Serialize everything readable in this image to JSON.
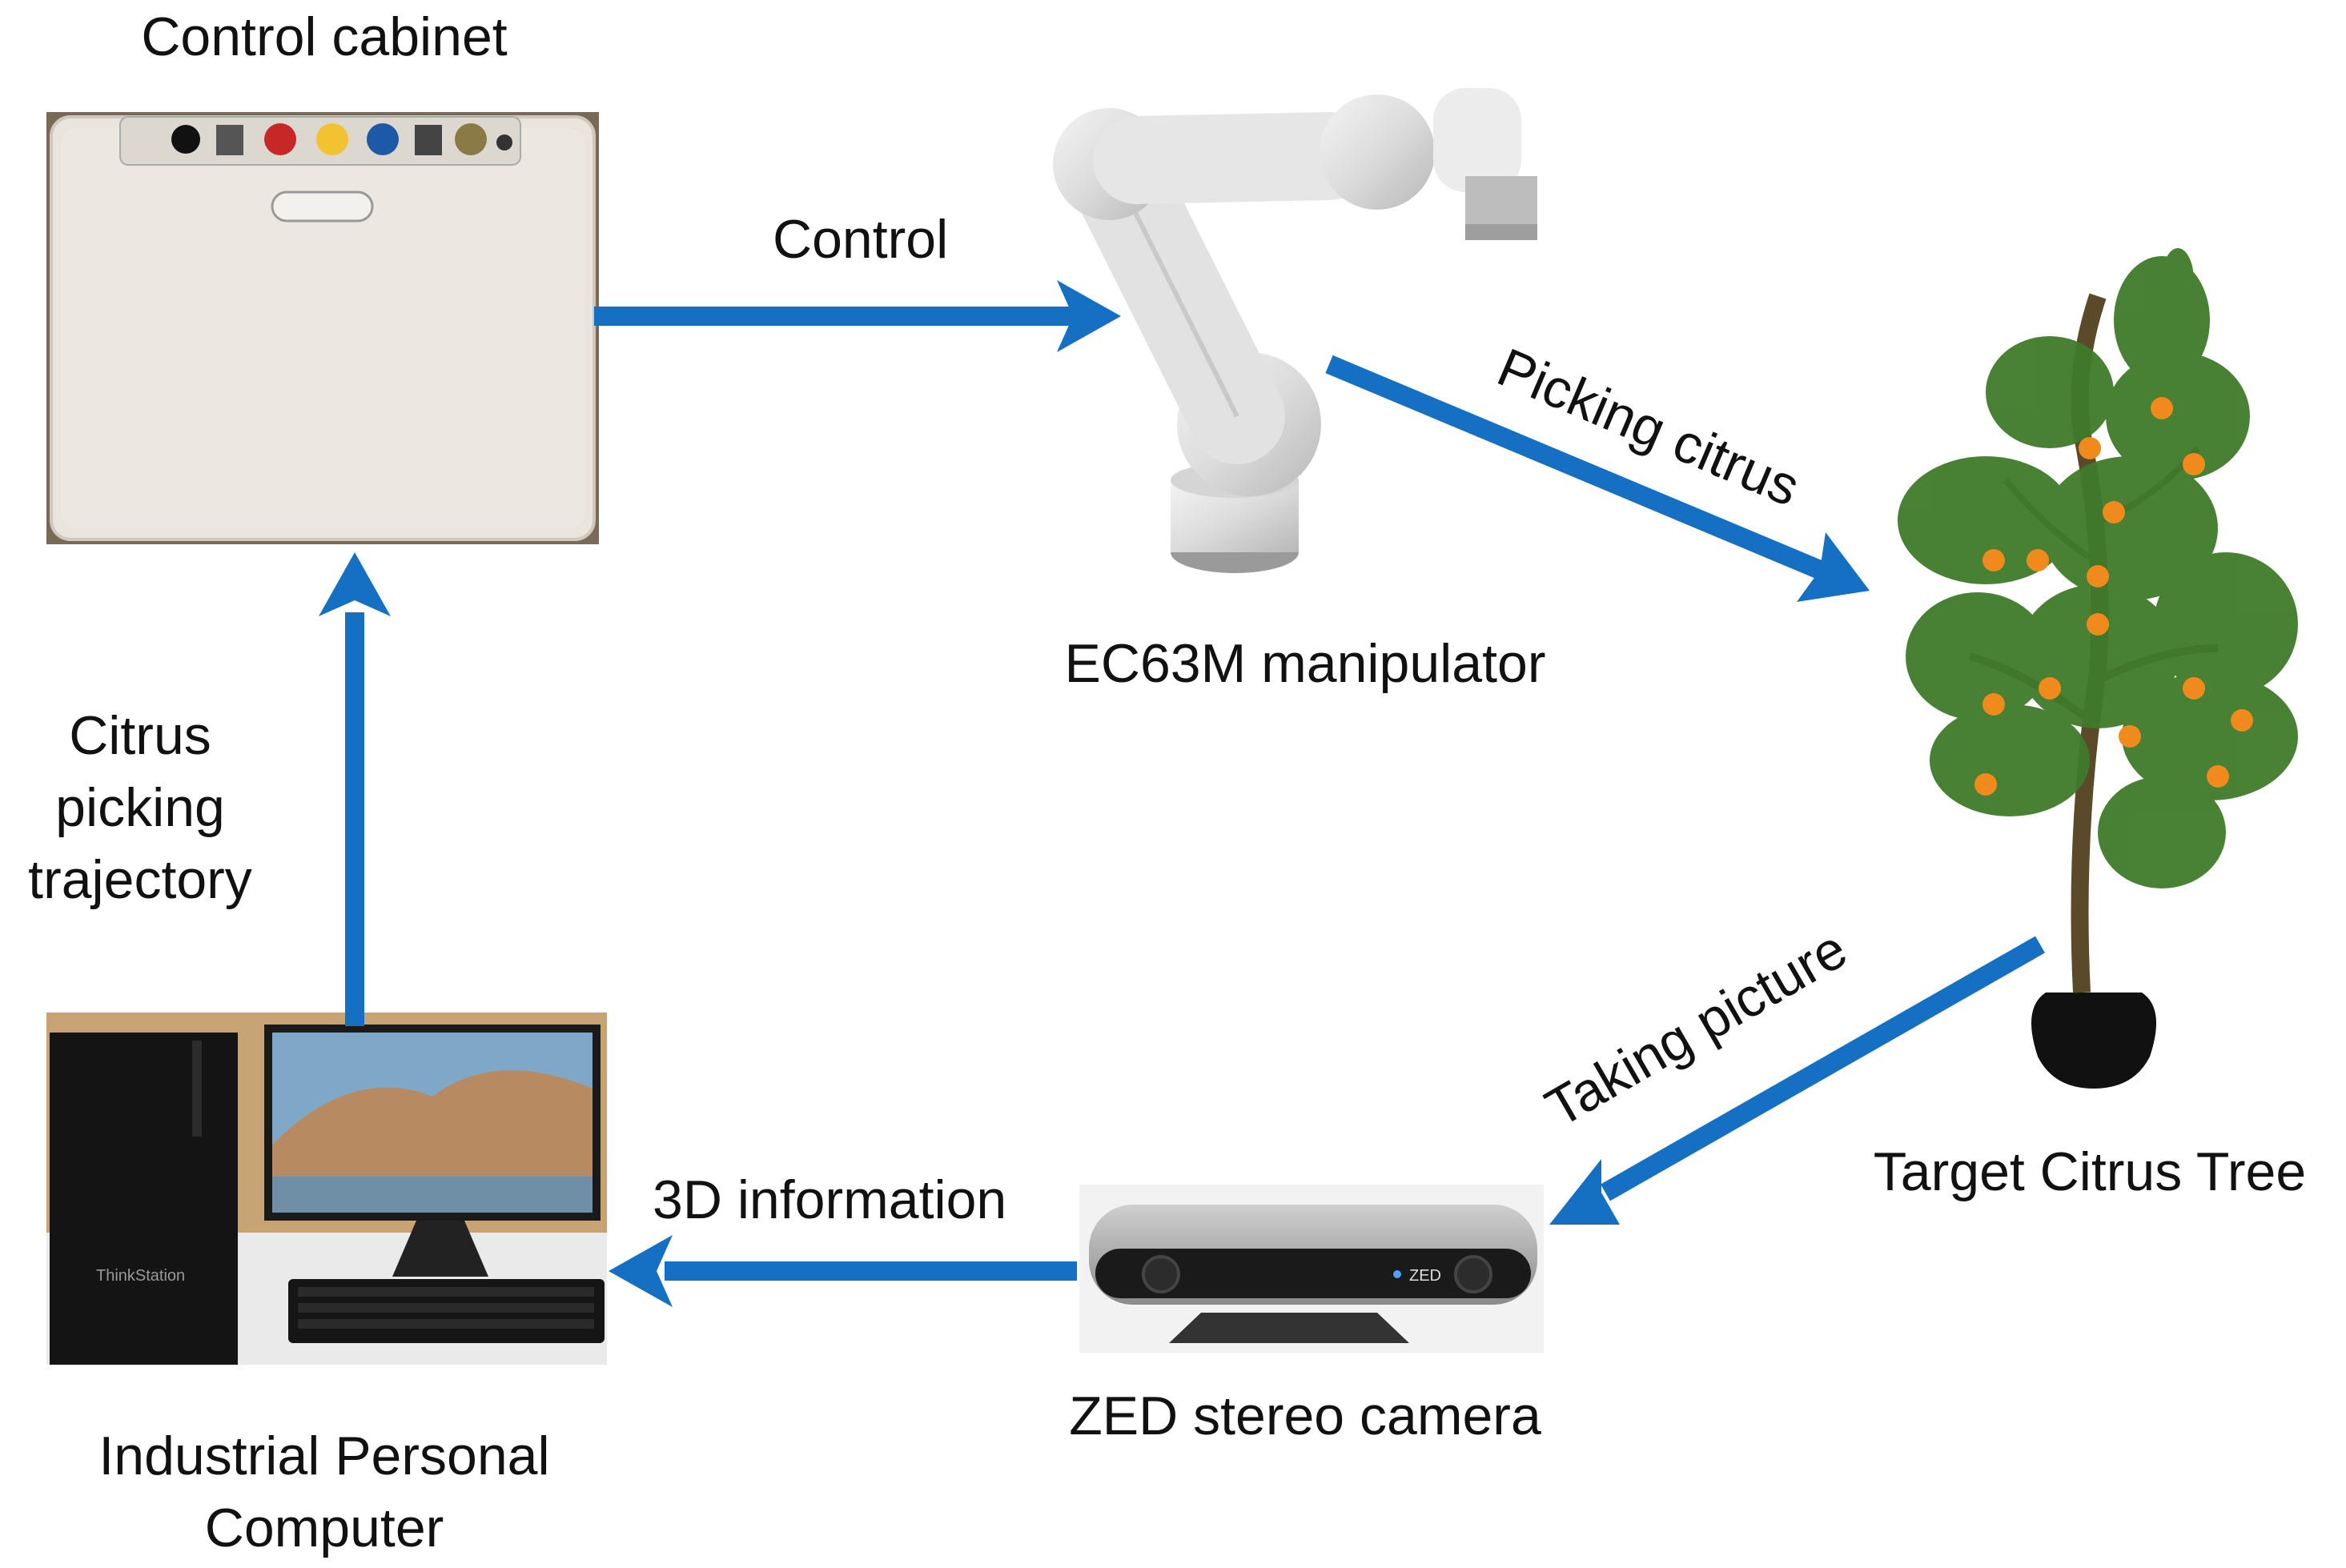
{
  "nodes": {
    "control_cabinet": {
      "label": "Control cabinet"
    },
    "manipulator": {
      "label": "EC63M manipulator"
    },
    "tree": {
      "label": "Target Citrus Tree"
    },
    "camera": {
      "label": "ZED stereo camera"
    },
    "ipc": {
      "label_line1": "Industrial Personal",
      "label_line2": "Computer"
    }
  },
  "edges": {
    "control": "Control",
    "picking": "Picking citrus",
    "taking_picture": "Taking picture",
    "info_3d": "3D information",
    "trajectory_line1": "Citrus",
    "trajectory_line2": "picking",
    "trajectory_line3": "trajectory"
  },
  "camera_brand_text": "ZED",
  "colors": {
    "arrow": "#1570c4",
    "fruit": "#f08a1c",
    "leaf": "#3f7a2a"
  }
}
